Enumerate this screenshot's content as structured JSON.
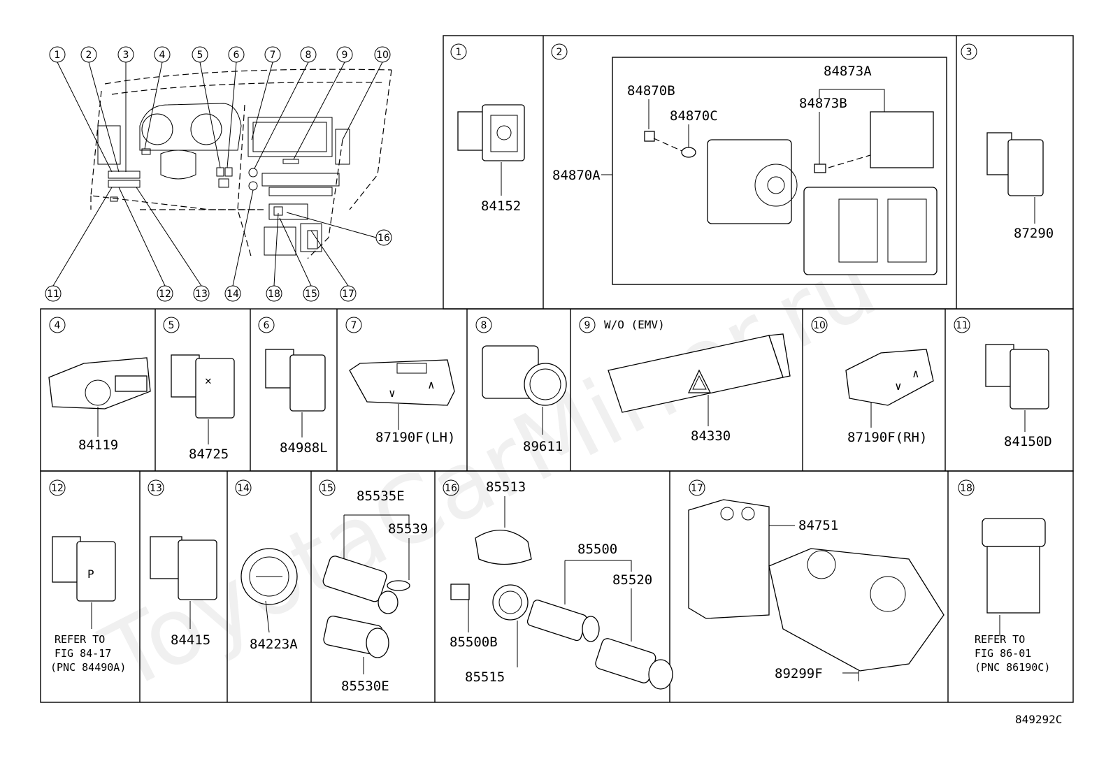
{
  "title_code": "849292C",
  "watermark": "ToyotaCarMirror.ru",
  "overview": {
    "top_callouts": [
      "1",
      "2",
      "3",
      "4",
      "5",
      "6",
      "7",
      "8",
      "9",
      "10"
    ],
    "bottom_callouts": [
      "11",
      "12",
      "13",
      "14",
      "18",
      "15",
      "17"
    ],
    "side_callout": "16"
  },
  "cells": [
    {
      "callout": "1",
      "parts": [
        "84152"
      ]
    },
    {
      "callout": "2",
      "parts": [
        "84870A",
        "84870B",
        "84870C",
        "84873A",
        "84873B"
      ]
    },
    {
      "callout": "3",
      "parts": [
        "87290"
      ]
    },
    {
      "callout": "4",
      "parts": [
        "84119"
      ]
    },
    {
      "callout": "5",
      "parts": [
        "84725"
      ]
    },
    {
      "callout": "6",
      "parts": [
        "84988L"
      ]
    },
    {
      "callout": "7",
      "parts": [
        "87190F(LH)"
      ]
    },
    {
      "callout": "8",
      "parts": [
        "89611"
      ]
    },
    {
      "callout": "9",
      "variant": "W/O (EMV)",
      "parts": [
        "84330"
      ]
    },
    {
      "callout": "10",
      "parts": [
        "87190F(RH)"
      ]
    },
    {
      "callout": "11",
      "parts": [
        "84150D"
      ]
    },
    {
      "callout": "12",
      "note": [
        "REFER TO",
        "FIG 84-17",
        "(PNC 84490A)"
      ]
    },
    {
      "callout": "13",
      "parts": [
        "84415"
      ]
    },
    {
      "callout": "14",
      "parts": [
        "84223A"
      ]
    },
    {
      "callout": "15",
      "parts": [
        "85535E",
        "85539",
        "85530E"
      ]
    },
    {
      "callout": "16",
      "parts": [
        "85513",
        "85500",
        "85520",
        "85500B",
        "85515"
      ]
    },
    {
      "callout": "17",
      "parts": [
        "84751",
        "89299F"
      ]
    },
    {
      "callout": "18",
      "note": [
        "REFER TO",
        "FIG 86-01",
        "(PNC 86190C)"
      ]
    }
  ],
  "icons": {
    "hazard": "hazard-triangle-icon",
    "power": "power-symbol-icon",
    "mirror": "mirror-adjust-icon"
  }
}
